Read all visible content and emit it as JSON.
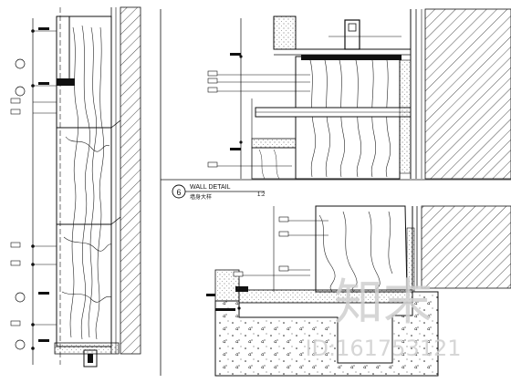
{
  "detail": {
    "number": "6",
    "title": "WALL DETAIL",
    "subtitle": "墙身大样",
    "scale": "1:2"
  },
  "watermark": {
    "logo": "知末",
    "id_text": "ID:161753121"
  },
  "colors": {
    "line": "#111111",
    "hatch": "#333333",
    "fill_light": "#e8e8e8",
    "watermark": "#cfcfcf"
  }
}
